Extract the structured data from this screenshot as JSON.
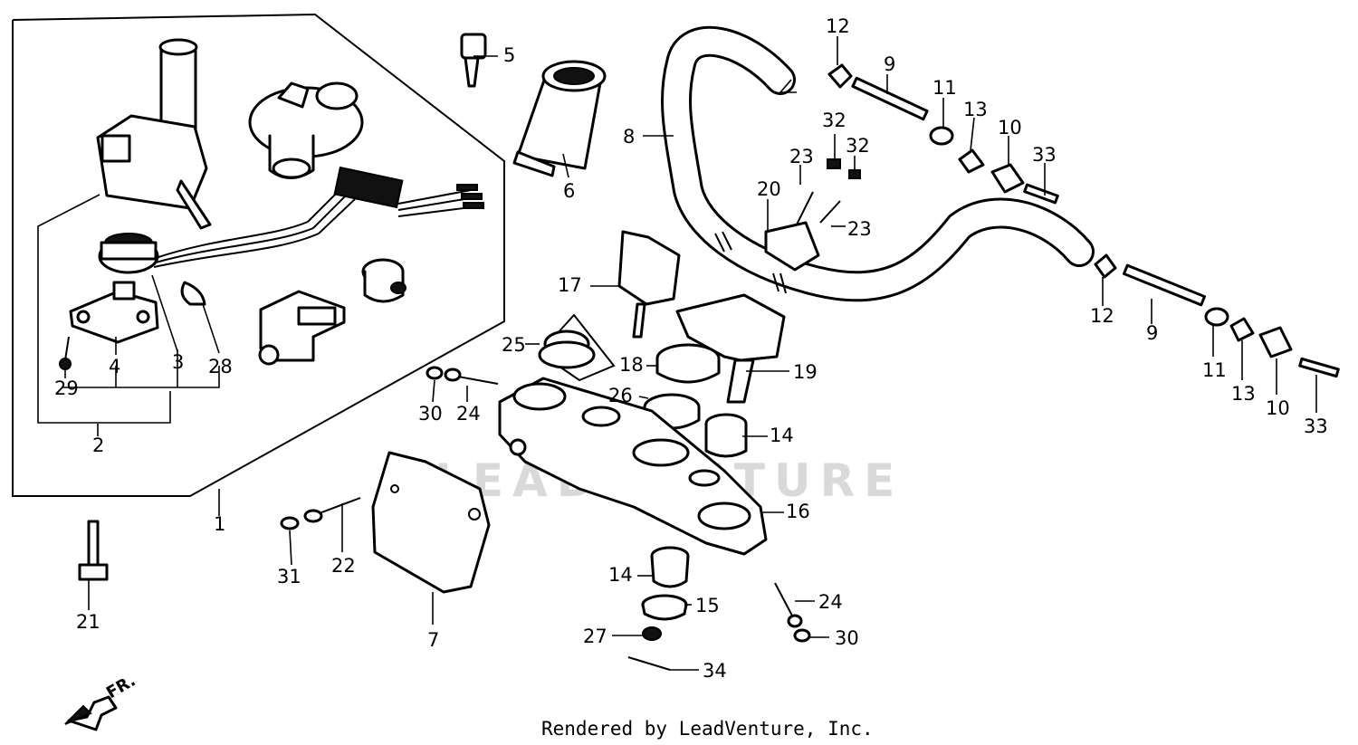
{
  "callouts": [
    {
      "id": "c1",
      "text": "1"
    },
    {
      "id": "c2",
      "text": "2"
    },
    {
      "id": "c3",
      "text": "3"
    },
    {
      "id": "c4",
      "text": "4"
    },
    {
      "id": "c5",
      "text": "5"
    },
    {
      "id": "c6",
      "text": "6"
    },
    {
      "id": "c7",
      "text": "7"
    },
    {
      "id": "c8",
      "text": "8"
    },
    {
      "id": "c9a",
      "text": "9"
    },
    {
      "id": "c9b",
      "text": "9"
    },
    {
      "id": "c10a",
      "text": "10"
    },
    {
      "id": "c10b",
      "text": "10"
    },
    {
      "id": "c11a",
      "text": "11"
    },
    {
      "id": "c11b",
      "text": "11"
    },
    {
      "id": "c12a",
      "text": "12"
    },
    {
      "id": "c12b",
      "text": "12"
    },
    {
      "id": "c13a",
      "text": "13"
    },
    {
      "id": "c13b",
      "text": "13"
    },
    {
      "id": "c14a",
      "text": "14"
    },
    {
      "id": "c14b",
      "text": "14"
    },
    {
      "id": "c15",
      "text": "15"
    },
    {
      "id": "c16",
      "text": "16"
    },
    {
      "id": "c17",
      "text": "17"
    },
    {
      "id": "c18",
      "text": "18"
    },
    {
      "id": "c19",
      "text": "19"
    },
    {
      "id": "c20",
      "text": "20"
    },
    {
      "id": "c21",
      "text": "21"
    },
    {
      "id": "c22",
      "text": "22"
    },
    {
      "id": "c23a",
      "text": "23"
    },
    {
      "id": "c23b",
      "text": "23"
    },
    {
      "id": "c24a",
      "text": "24"
    },
    {
      "id": "c24b",
      "text": "24"
    },
    {
      "id": "c25",
      "text": "25"
    },
    {
      "id": "c26",
      "text": "26"
    },
    {
      "id": "c27",
      "text": "27"
    },
    {
      "id": "c28",
      "text": "28"
    },
    {
      "id": "c29",
      "text": "29"
    },
    {
      "id": "c30a",
      "text": "30"
    },
    {
      "id": "c30b",
      "text": "30"
    },
    {
      "id": "c31",
      "text": "31"
    },
    {
      "id": "c32a",
      "text": "32"
    },
    {
      "id": "c32b",
      "text": "32"
    },
    {
      "id": "c33a",
      "text": "33"
    },
    {
      "id": "c33b",
      "text": "33"
    },
    {
      "id": "c34",
      "text": "34"
    }
  ],
  "front_indicator": "FR.",
  "watermark": "LEADVENTURE",
  "credit": "Rendered by LeadVenture, Inc."
}
